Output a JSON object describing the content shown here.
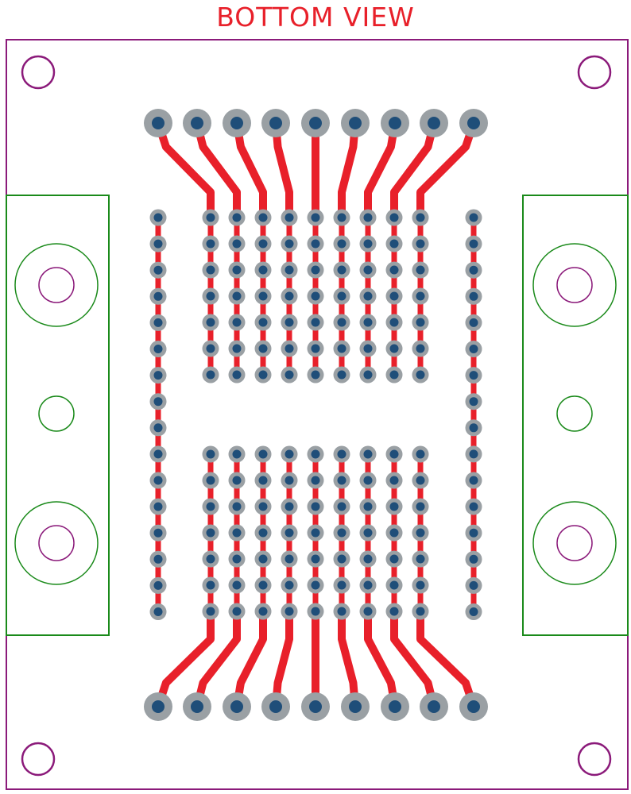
{
  "title": "BOTTOM VIEW",
  "colors": {
    "board_outline": "#8b1a7a",
    "mounting_hole": "#8b1a7a",
    "rail_outline": "#1a8a1a",
    "copper_trace": "#e8202a",
    "pad_ring": "#9aa0a4",
    "pad_hole": "#1f4e79",
    "title": "#e8202a"
  },
  "board": {
    "large_pads_top": 9,
    "large_pads_bottom": 9,
    "inner_columns": 9,
    "inner_rows_per_block": 7,
    "side_column_pads": 16
  },
  "icons": {
    "mounting_hole": "circle-outline",
    "pad": "circle-with-dot"
  }
}
